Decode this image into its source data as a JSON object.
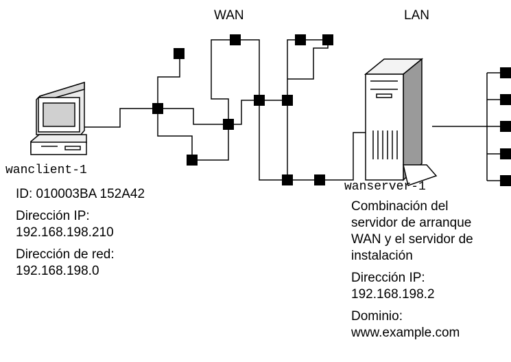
{
  "zones": {
    "wan_label": "WAN",
    "lan_label": "LAN"
  },
  "client": {
    "hostname": "wanclient-1",
    "id": "ID: 010003BA 152A42",
    "ip_label": "Dirección IP:",
    "ip_value": "192.168.198.210",
    "net_label": "Dirección de red:",
    "net_value": "192.168.198.0"
  },
  "server": {
    "hostname": "wanserver-1",
    "role_lines": [
      "Combinación del",
      "servidor de arranque",
      "WAN y el servidor de",
      "instalación"
    ],
    "ip_label": "Dirección IP:",
    "ip_value": "192.168.198.2",
    "domain_label": "Dominio:",
    "domain_value": "www.example.com"
  }
}
